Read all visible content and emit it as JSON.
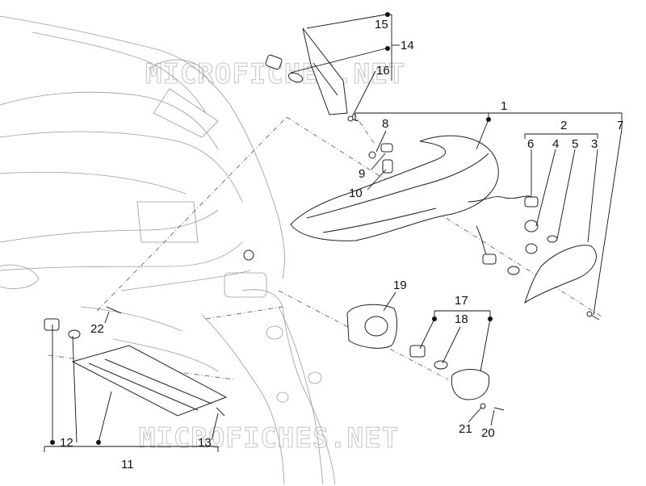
{
  "watermarks": [
    "MICROFICHES.NET",
    "MICROFICHES.NET"
  ],
  "callouts": [
    "1",
    "2",
    "3",
    "4",
    "5",
    "6",
    "7",
    "8",
    "9",
    "10",
    "11",
    "12",
    "13",
    "14",
    "15",
    "16",
    "17",
    "18",
    "19",
    "20",
    "21",
    "22"
  ]
}
